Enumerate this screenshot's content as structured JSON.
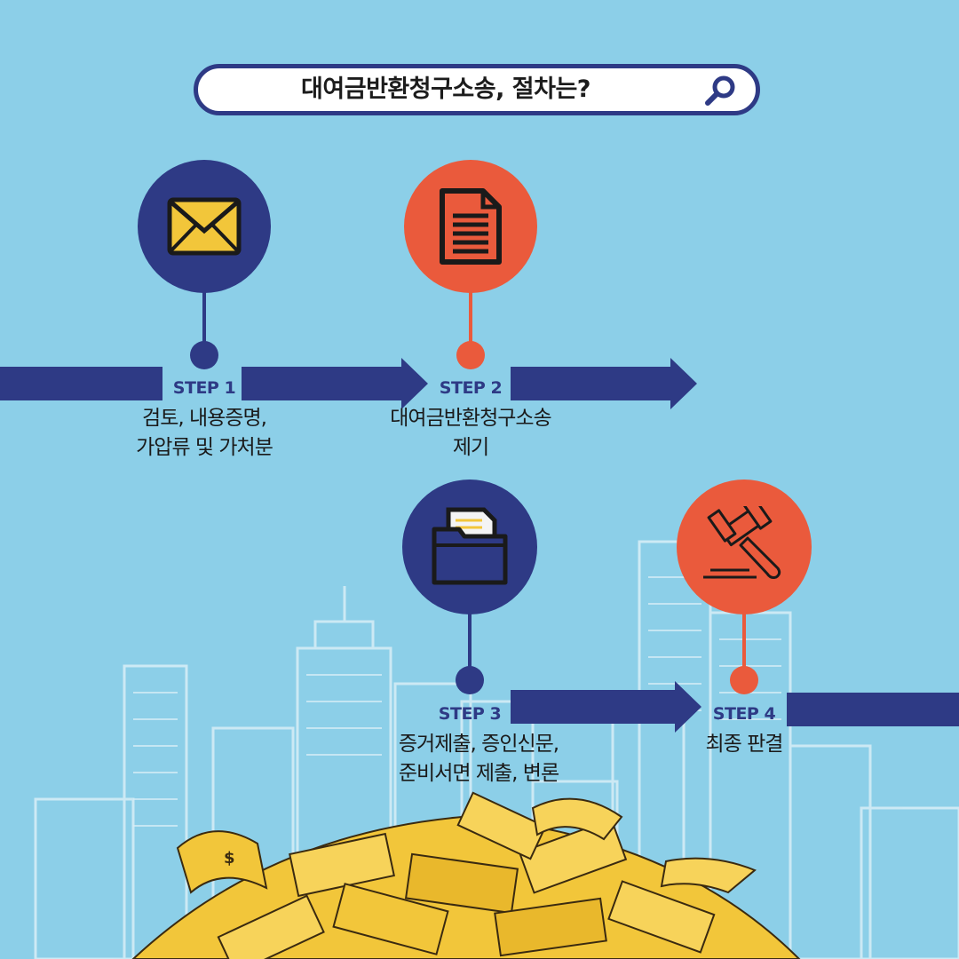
{
  "search": {
    "title": "대여금반환청구소송, 절차는?",
    "icon": "search-icon"
  },
  "colors": {
    "background": "#8ccfe8",
    "navy": "#2e3a85",
    "orange": "#ea5a3c",
    "gold": "#f2c63a"
  },
  "steps": [
    {
      "label": "STEP 1",
      "icon": "envelope-icon",
      "color": "navy",
      "lines": [
        "검토, 내용증명,",
        "가압류 및 가처분"
      ]
    },
    {
      "label": "STEP 2",
      "icon": "document-icon",
      "color": "orange",
      "lines": [
        "대여금반환청구소송",
        "제기"
      ]
    },
    {
      "label": "STEP 3",
      "icon": "folder-icon",
      "color": "navy",
      "lines": [
        "증거제출, 증인신문,",
        "준비서면 제출, 변론"
      ]
    },
    {
      "label": "STEP 4",
      "icon": "gavel-icon",
      "color": "orange",
      "lines": [
        "최종 판결"
      ]
    }
  ]
}
